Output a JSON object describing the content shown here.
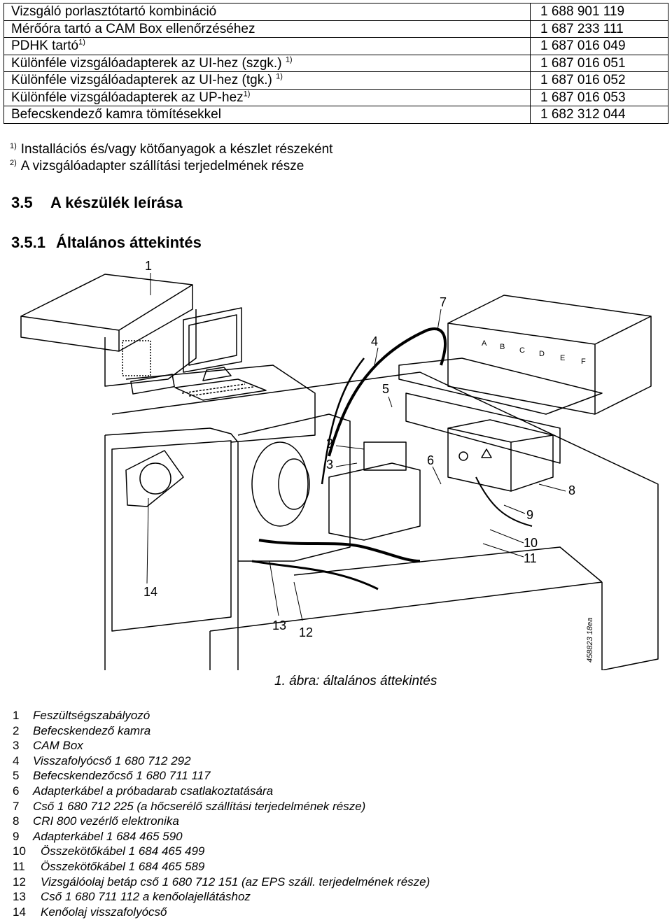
{
  "parts_table": [
    {
      "name": "Vizsgáló porlasztótartó kombináció",
      "note": "",
      "number": "1 688 901 119"
    },
    {
      "name": "Mérőóra tartó a CAM Box ellenőrzéséhez",
      "note": "",
      "number": "1 687 233 111"
    },
    {
      "name": "PDHK tartó",
      "note": "1)",
      "number": "1 687 016 049"
    },
    {
      "name": "Különféle vizsgálóadapterek az UI-hez (szgk.) ",
      "note": "1)",
      "number": "1 687 016 051"
    },
    {
      "name": "Különféle vizsgálóadapterek az UI-hez (tgk.) ",
      "note": "1)",
      "number": "1 687 016 052"
    },
    {
      "name": "Különféle vizsgálóadapterek az UP-hez",
      "note": "1)",
      "number": "1 687 016 053"
    },
    {
      "name": "Befecskendező kamra tömítésekkel",
      "note": "",
      "number": "1 682 312 044"
    }
  ],
  "footnotes": [
    {
      "mark": "1)",
      "text": "Installációs és/vagy kötőanyagok a készlet részeként"
    },
    {
      "mark": "2)",
      "text": "A vizsgálóadapter szállítási terjedelmének része"
    }
  ],
  "section": {
    "number": "3.5",
    "title": "A készülék leírása"
  },
  "subsection": {
    "number": "3.5.1",
    "title": "Általános áttekintés"
  },
  "figure": {
    "callouts": [
      "1",
      "2",
      "3",
      "4",
      "5",
      "6",
      "7",
      "8",
      "9",
      "10",
      "11",
      "12",
      "13",
      "14"
    ],
    "drawing_id": "458823 18ea",
    "panel_letters": [
      "A",
      "B",
      "C",
      "D",
      "E",
      "F"
    ],
    "caption": "1. ábra: általános áttekintés"
  },
  "legend": [
    {
      "n": "1",
      "text": "Feszültségszabályozó"
    },
    {
      "n": "2",
      "text": "Befecskendező kamra"
    },
    {
      "n": "3",
      "text": "CAM Box"
    },
    {
      "n": "4",
      "text": "Visszafolyócső 1 680 712 292"
    },
    {
      "n": "5",
      "text": "Befecskendezőcső 1 680 711 117"
    },
    {
      "n": "6",
      "text": "Adapterkábel a próbadarab csatlakoztatására"
    },
    {
      "n": "7",
      "text": "Cső 1 680 712 225 (a hőcserélő szállítási terjedelmének része)"
    },
    {
      "n": "8",
      "text": "CRI 800 vezérlő elektronika"
    },
    {
      "n": "9",
      "text": "Adapterkábel 1 684 465 590"
    },
    {
      "n": "10",
      "text": "Összekötőkábel 1 684 465 499"
    },
    {
      "n": "11",
      "text": "Összekötőkábel 1 684 465 589"
    },
    {
      "n": "12",
      "text": "Vizsgálóolaj betáp cső 1 680 712 151 (az EPS száll. terjedelmének része)"
    },
    {
      "n": "13",
      "text": "Cső 1 680 711 112 a kenőolajellátáshoz"
    },
    {
      "n": "14",
      "text": "Kenőolaj visszafolyócső"
    }
  ]
}
